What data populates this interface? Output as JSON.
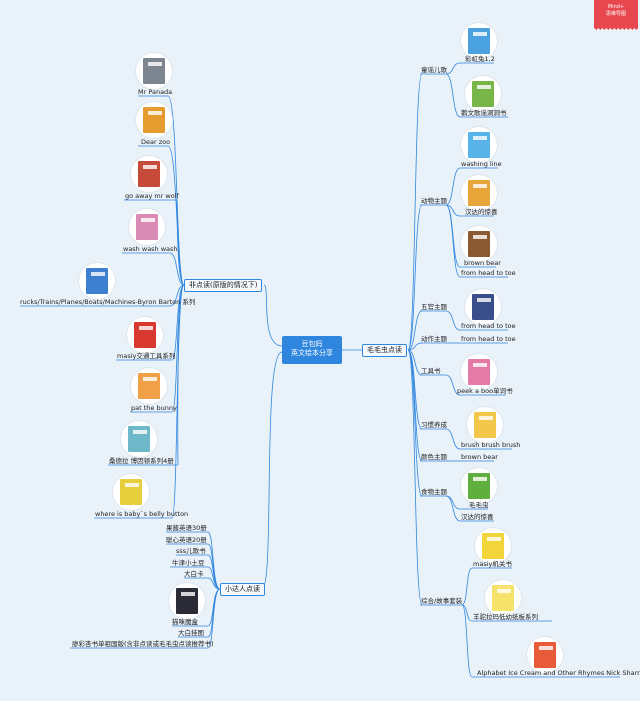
{
  "root": {
    "line1": "豆包妈",
    "line2": "英文绘本分享"
  },
  "badge": {
    "line1": "Mind+",
    "line2": "思维导图"
  },
  "colors": {
    "accent": "#2f86de",
    "background": "#e9f1f9",
    "badge": "#e8474d"
  },
  "left_branches": {
    "feidian": {
      "label": "非点读(原版的情况下)",
      "items": [
        {
          "label": "Mr Panada",
          "icon": "panda-book-icon"
        },
        {
          "label": "Dear zoo",
          "icon": "dear-zoo-book-icon"
        },
        {
          "label": "go away mr wolf",
          "icon": "wolf-book-icon"
        },
        {
          "label": "wash wash wash",
          "icon": "wash-book-icon"
        },
        {
          "label": "rucks/Trains/Planes/Boats/Machines-Byron Barton 系列",
          "icon": "vehicles-book-icon"
        },
        {
          "label": "masiy交通工具系列",
          "icon": "transport-book-icon"
        },
        {
          "label": "pat the bunny",
          "icon": "bunny-book-icon"
        },
        {
          "label": "桑德拉 博因顿系列4册",
          "icon": "boynton-book-icon"
        },
        {
          "label": "where is baby`s belly button",
          "icon": "baby-book-icon"
        }
      ]
    },
    "xiaodaren": {
      "label": "小达人点读",
      "items": [
        {
          "label": "果酱英语30册"
        },
        {
          "label": "聪心英语20册"
        },
        {
          "label": "sss儿歌书"
        },
        {
          "label": "牛津小土豆"
        },
        {
          "label": "大白卡"
        },
        {
          "label": "猫咪魔盒",
          "icon": "magic-box-book-icon"
        },
        {
          "label": "大白挂图"
        },
        {
          "label": "廖彩杏书单祖国版(含非点读或毛毛虫点读推荐书)"
        }
      ]
    }
  },
  "right_branch": {
    "label": "毛毛虫点读",
    "groups": [
      {
        "label": "童谣儿歌",
        "items": [
          {
            "label": "彩虹兔1,2",
            "icon": "rainbow-bunny-book-icon"
          },
          {
            "label": "鹅文歌谣洞洞书",
            "icon": "rhyme-book-icon"
          }
        ]
      },
      {
        "label": "动物主题",
        "items": [
          {
            "label": "washing line",
            "icon": "washing-line-book-icon"
          },
          {
            "label": "汉达的惊喜",
            "icon": "handa-book-icon"
          },
          {
            "label": "brown bear",
            "icon": "brown-bear-book-icon"
          },
          {
            "label": "from head to toe"
          }
        ]
      },
      {
        "label": "五官主题",
        "items": [
          {
            "label": "from head to toe",
            "icon": "head-to-toe-book-icon"
          }
        ]
      },
      {
        "label": "动作主题",
        "items": [
          {
            "label": "from head to toe"
          }
        ]
      },
      {
        "label": "工具书",
        "items": [
          {
            "label": "peek a boo单词书",
            "icon": "peekaboo-book-icon"
          }
        ]
      },
      {
        "label": "习惯养成",
        "items": [
          {
            "label": "brush brush brush",
            "icon": "brush-book-icon"
          }
        ]
      },
      {
        "label": "颜色主题",
        "items": [
          {
            "label": "brown bear"
          }
        ]
      },
      {
        "label": "食物主题",
        "items": [
          {
            "label": "毛毛虫",
            "icon": "caterpillar-book-icon"
          },
          {
            "label": "汉达的惊喜"
          }
        ]
      },
      {
        "label": "综合/故事套装",
        "items": [
          {
            "label": "masiy机关书",
            "icon": "maisy-book-icon"
          },
          {
            "label": "羊驼拉玛低幼纸板系列",
            "icon": "llama-book-icon"
          },
          {
            "label": "Alphabet Ice Cream and Other Rhymes Nick Sharratt",
            "icon": "alphabet-book-icon"
          }
        ]
      }
    ]
  }
}
